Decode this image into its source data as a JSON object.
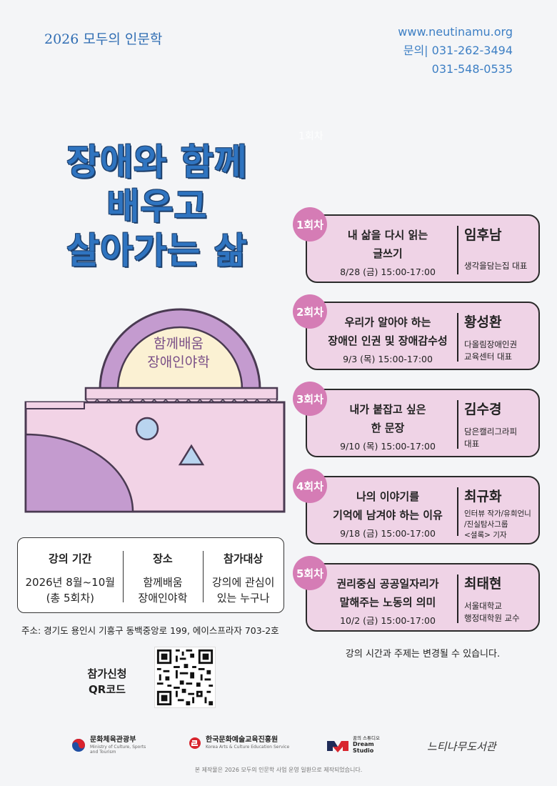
{
  "header": {
    "series": "2026 모두의 인문학",
    "website": "www.neutinamu.org",
    "phone_label": "문의| 031-262-3494",
    "phone2": "031-548-0535",
    "ghost_label": "1회차"
  },
  "title": {
    "line1": "장애와 함께",
    "line2": "배우고",
    "line3": "살아가는 삶"
  },
  "illustration": {
    "sign_line1": "함께배움",
    "sign_line2": "장애인야학"
  },
  "info": {
    "period_head": "강의 기간",
    "period_val1": "2026년 8월~10월",
    "period_val2": "(총 5회차)",
    "place_head": "장소",
    "place_val1": "함께배움",
    "place_val2": "장애인야학",
    "target_head": "참가대상",
    "target_val1": "강의에 관심이",
    "target_val2": "있는 누구나"
  },
  "address": "주소:  경기도 용인시 기흥구 동백중앙로 199, 에이스프라자 703-2호",
  "apply": {
    "line1": "참가신청",
    "line2": "QR코드"
  },
  "sessions": [
    {
      "badge": "1회차",
      "topic1": "내 삶을 다시 읽는",
      "topic2": "글쓰기",
      "date": "8/28 (금) 15:00-17:00",
      "name": "임후남",
      "aff1": "생각을담는집 대표",
      "aff2": "",
      "aff3": ""
    },
    {
      "badge": "2회차",
      "topic1": "우리가 알아야 하는",
      "topic2": "장애인 인권 및 장애감수성",
      "date": "9/3 (목) 15:00-17:00",
      "name": "황성환",
      "aff1": "다올림장애인권",
      "aff2": "교육센터 대표",
      "aff3": ""
    },
    {
      "badge": "3회차",
      "topic1": "내가 붙잡고 싶은",
      "topic2": "한 문장",
      "date": "9/10 (목) 15:00-17:00",
      "name": "김수경",
      "aff1": "담은캘리그라피",
      "aff2": "대표",
      "aff3": ""
    },
    {
      "badge": "4회차",
      "topic1": "나의 이야기를",
      "topic2": "기억에 남겨야 하는 이유",
      "date": "9/18 (금) 15:00-17:00",
      "name": "최규화",
      "aff1": "인터뷰 작가/유희언니",
      "aff2": "/진실탐사그룹",
      "aff3": "<셜록> 기자"
    },
    {
      "badge": "5회차",
      "topic1": "권리중심 공공일자리가",
      "topic2": "말해주는 노동의 의미",
      "date": "10/2 (금) 15:00-17:00",
      "name": "최태현",
      "aff1": "서울대학교",
      "aff2": "행정대학원 교수",
      "aff3": ""
    }
  ],
  "notice": "강의 시간과 주제는 변경될 수 있습니다.",
  "footer": {
    "logo1_name": "문화체육관광부",
    "logo1_sub1": "Ministry of Culture, Sports",
    "logo1_sub2": "and Tourism",
    "logo2_name": "한국문화예술교육진흥원",
    "logo2_sub": "Korea Arts & Culture Education Service",
    "logo3_name": "꿈의 스튜디오",
    "logo3_sub1": "Dream",
    "logo3_sub2": "Studio",
    "logo4_name": "느티나무도서관",
    "footnote": "본 제작물은 2026 모두의 인문학 사업 운영 일환으로 제작되었습니다."
  },
  "colors": {
    "accent_blue": "#2f74c0",
    "session_bg": "#efd3e6",
    "badge_pink": "#d57cb5",
    "building_pink": "#f2d3e6",
    "building_purple": "#c49bcf"
  }
}
